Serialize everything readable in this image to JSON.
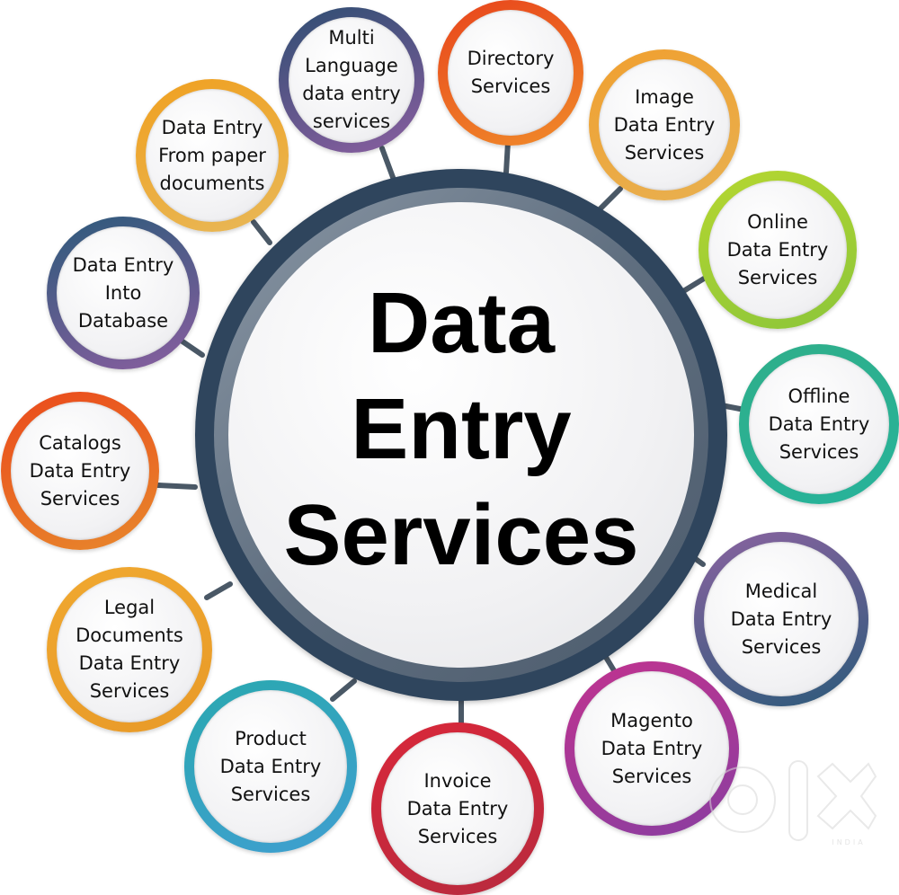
{
  "hub": {
    "title_lines": [
      "Data",
      "Entry",
      "Services"
    ],
    "colors": {
      "outer_ring": "#2f455d",
      "inner_ring": "#6b7a8b",
      "fill": "#f1f1f3"
    }
  },
  "services": [
    {
      "id": "multi-language",
      "lines": [
        "Multi",
        "Language",
        "data entry",
        "services"
      ],
      "color_a": "#2f4e72",
      "color_b": "#8a5ea0"
    },
    {
      "id": "directory",
      "lines": [
        "Directory",
        "Services"
      ],
      "color_a": "#e8451c",
      "color_b": "#f08a2a"
    },
    {
      "id": "image",
      "lines": [
        "Image",
        "Data Entry",
        "Services"
      ],
      "color_a": "#f0a030",
      "color_b": "#e8b050"
    },
    {
      "id": "online",
      "lines": [
        "Online",
        "Data Entry",
        "Services"
      ],
      "color_a": "#b5d630",
      "color_b": "#8cc63a"
    },
    {
      "id": "offline",
      "lines": [
        "Offline",
        "Data Entry",
        "Services"
      ],
      "color_a": "#2fae8a",
      "color_b": "#27b39a"
    },
    {
      "id": "medical",
      "lines": [
        "Medical",
        "Data Entry",
        "Services"
      ],
      "color_a": "#8a63a0",
      "color_b": "#2c5a7a"
    },
    {
      "id": "magento",
      "lines": [
        "Magento",
        "Data Entry",
        "Services"
      ],
      "color_a": "#c0338f",
      "color_b": "#8a3ea0"
    },
    {
      "id": "invoice",
      "lines": [
        "Invoice",
        "Data Entry",
        "Services"
      ],
      "color_a": "#d8283a",
      "color_b": "#b82a3e"
    },
    {
      "id": "product",
      "lines": [
        "Product",
        "Data Entry",
        "Services"
      ],
      "color_a": "#2aa8b0",
      "color_b": "#3f9fd0"
    },
    {
      "id": "legal",
      "lines": [
        "Legal",
        "Documents",
        "Data Entry",
        "Services"
      ],
      "color_a": "#f0a830",
      "color_b": "#e89a28"
    },
    {
      "id": "catalogs",
      "lines": [
        "Catalogs",
        "Data Entry",
        "Services"
      ],
      "color_a": "#ea4a1c",
      "color_b": "#e8882c"
    },
    {
      "id": "into-database",
      "lines": [
        "Data Entry",
        "Into",
        "Database"
      ],
      "color_a": "#2c5a7a",
      "color_b": "#8a5ea0"
    },
    {
      "id": "from-paper",
      "lines": [
        "Data Entry",
        "From paper",
        "documents"
      ],
      "color_a": "#f0a020",
      "color_b": "#e8b858"
    }
  ],
  "watermark": {
    "brand": "OLX",
    "region": "INDIA"
  }
}
